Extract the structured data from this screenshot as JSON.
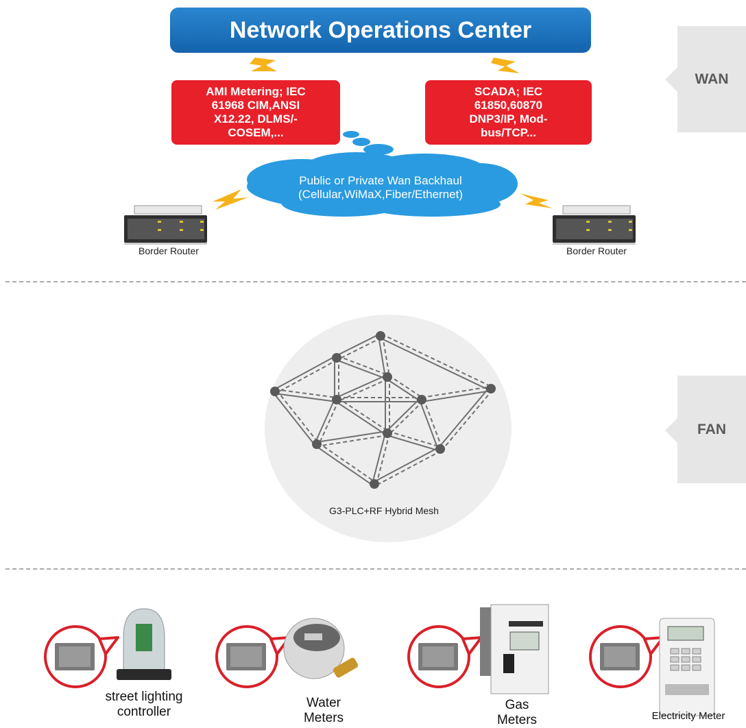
{
  "header": {
    "title": "Network Operations Center"
  },
  "boxes": {
    "ami": "AMI Metering;  IEC\n61968 CIM,ANSI\nX12.22, DLMS/-\nCOSEM,...",
    "scada": "SCADA;  IEC\n61850,60870\nDNP3/IP, Mod-\nbus/TCP..."
  },
  "cloud": {
    "line1": "Public or Private Wan Backhaul",
    "line2": "(Cellular,WiMaX,Fiber/Ethernet)"
  },
  "routers": {
    "left_label": "Border Router",
    "right_label": "Border Router"
  },
  "layers": {
    "wan": "WAN",
    "fan": "FAN"
  },
  "mesh": {
    "label": "G3-PLC+RF Hybrid Mesh"
  },
  "devices": [
    {
      "label": "street lighting\ncontroller",
      "icon": "street-light-controller-icon"
    },
    {
      "label": "Water\nMeters",
      "icon": "water-meter-icon"
    },
    {
      "label": "Gas\nMeters",
      "icon": "gas-meter-icon"
    },
    {
      "label": "Electricity Meter",
      "icon": "electricity-meter-icon"
    }
  ],
  "colors": {
    "noc_blue": "#1a6fbd",
    "red": "#e8202a",
    "cloud": "#2a9be0",
    "lightning": "#f5b21b",
    "tag_gray": "#e6e6e6",
    "bubble_red": "#d9202a"
  }
}
